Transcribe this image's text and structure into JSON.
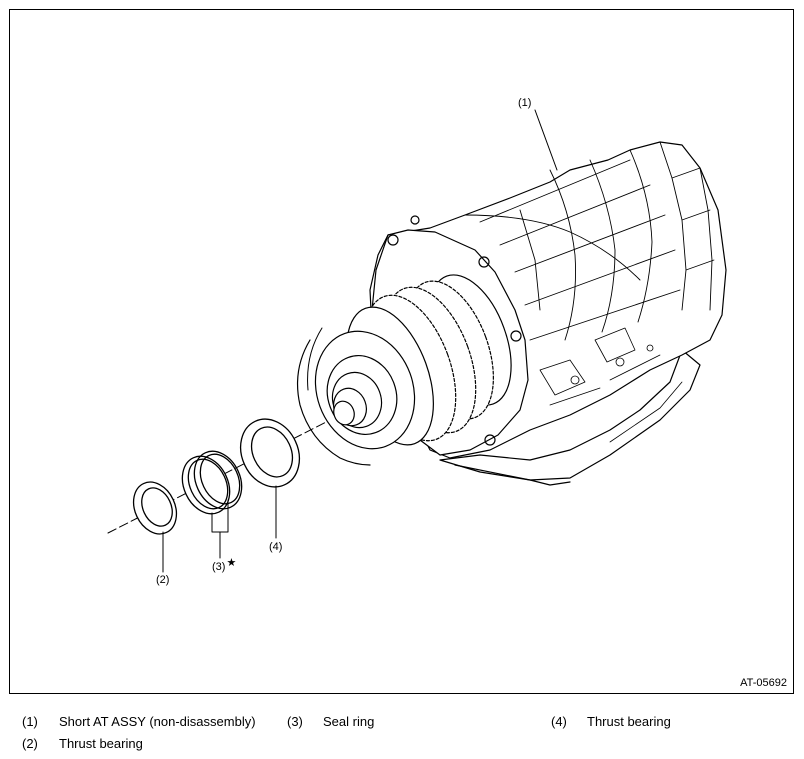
{
  "figure": {
    "id": "AT-05692",
    "callouts": {
      "c1": "(1)",
      "c2": "(2)",
      "c3": "(3)",
      "c3_mark": "★",
      "c4": "(4)"
    }
  },
  "legend": [
    {
      "num": "(1)",
      "text": "Short AT ASSY (non-disassembly)"
    },
    {
      "num": "(3)",
      "text": "Seal ring"
    },
    {
      "num": "(4)",
      "text": "Thrust bearing"
    },
    {
      "num": "(2)",
      "text": "Thrust bearing"
    }
  ]
}
